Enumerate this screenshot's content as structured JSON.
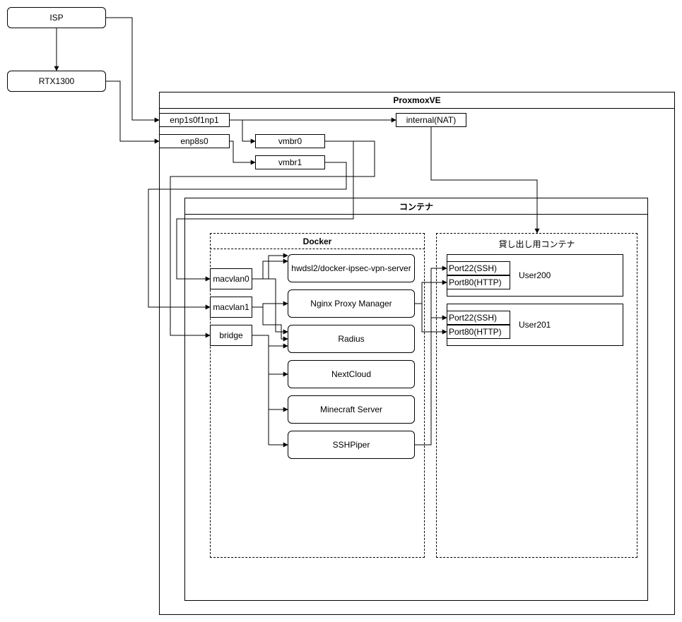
{
  "nodes": {
    "isp": "ISP",
    "rtx": "RTX1300",
    "enp1": "enp1s0f1np1",
    "enp8": "enp8s0",
    "vmbr0": "vmbr0",
    "vmbr1": "vmbr1",
    "internal_nat": "internal(NAT)"
  },
  "containers": {
    "proxmox_title": "ProxmoxVE",
    "container_title": "コンテナ",
    "docker_title": "Docker",
    "rental_title": "貸し出し用コンテナ"
  },
  "docker": {
    "macvlan0": "macvlan0",
    "macvlan1": "macvlan1",
    "bridge": "bridge",
    "services": [
      "hwdsl2/docker-ipsec-vpn-server",
      "Nginx Proxy Manager",
      "Radius",
      "NextCloud",
      "Minecraft Server",
      "SSHPiper"
    ]
  },
  "users": [
    {
      "name": "User200",
      "ports": [
        "Port22(SSH)",
        "Port80(HTTP)"
      ]
    },
    {
      "name": "User201",
      "ports": [
        "Port22(SSH)",
        "Port80(HTTP)"
      ]
    }
  ]
}
